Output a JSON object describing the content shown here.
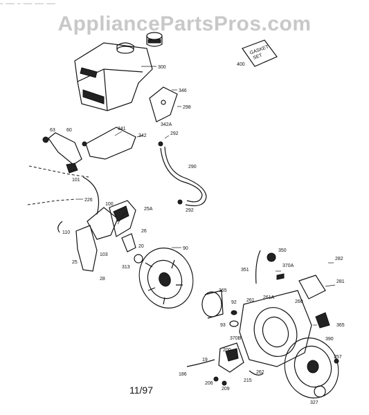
{
  "watermark": "AppliancePartsPros.com",
  "header_line": "_ ___ _ ___ ___ ___",
  "date_code": "11/97",
  "gasket_set_label": [
    "GASKET",
    "SET"
  ],
  "callouts": {
    "c300": "300",
    "c346": "346",
    "c400": "400",
    "c298": "298",
    "c342A": "342A",
    "c63": "63",
    "c60": "60",
    "c341": "341",
    "c342": "342",
    "c292a": "292",
    "c101": "101",
    "c290": "290",
    "c226": "226",
    "c292b": "292",
    "c100": "100",
    "c25A": "25A",
    "c110": "110",
    "c26": "26",
    "c20": "20",
    "c103": "103",
    "c25": "25",
    "c313": "313",
    "c28": "28",
    "c90": "90",
    "c350": "350",
    "c282": "282",
    "c351": "351",
    "c370A": "370A",
    "c281": "281",
    "c365": "365",
    "c92": "92",
    "c261": "261",
    "c261A": "261A",
    "c260": "260",
    "c93": "93",
    "c365b": "365",
    "c370B": "370B",
    "c390": "390",
    "c200": "200",
    "c19": "19",
    "c257": "257",
    "c186": "186",
    "c262": "262",
    "c206": "206",
    "c215": "215",
    "c209": "209",
    "c327": "327"
  }
}
